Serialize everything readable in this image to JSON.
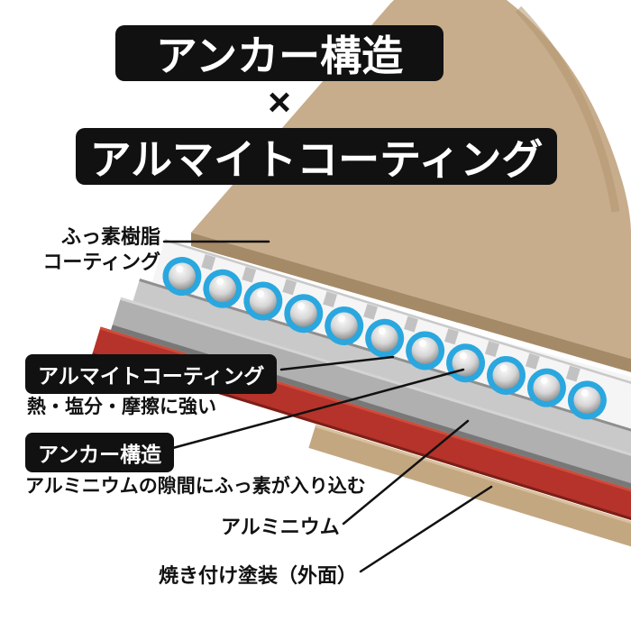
{
  "header": {
    "banner_top": "アンカー構造",
    "separator": "×",
    "banner_bottom": "アルマイトコーティング"
  },
  "callouts": {
    "fluorine": {
      "line1": "ふっ素樹脂",
      "line2": "コーティング"
    },
    "alumite": {
      "badge": "アルマイトコーティング",
      "desc": "熱・塩分・摩擦に強い"
    },
    "anchor": {
      "badge": "アンカー構造",
      "desc": "アルミニウムの隙間にふっ素が入り込む"
    },
    "aluminum": {
      "label": "アルミニウム"
    },
    "paint": {
      "label": "焼き付け塗装（外面）"
    }
  },
  "colors": {
    "banner_bg": "#111111",
    "text_dark": "#111111",
    "tan": "#c7ad8c",
    "tan_dark": "#a58a68",
    "white_layer": "#f5f5f5",
    "alumite_gray": "#c9c9c9",
    "aluminum_gray": "#b0b0b0",
    "red": "#b5332a",
    "bottom_tan": "#c3a781",
    "sphere_blue": "#2aa7df",
    "line": "#111111"
  }
}
